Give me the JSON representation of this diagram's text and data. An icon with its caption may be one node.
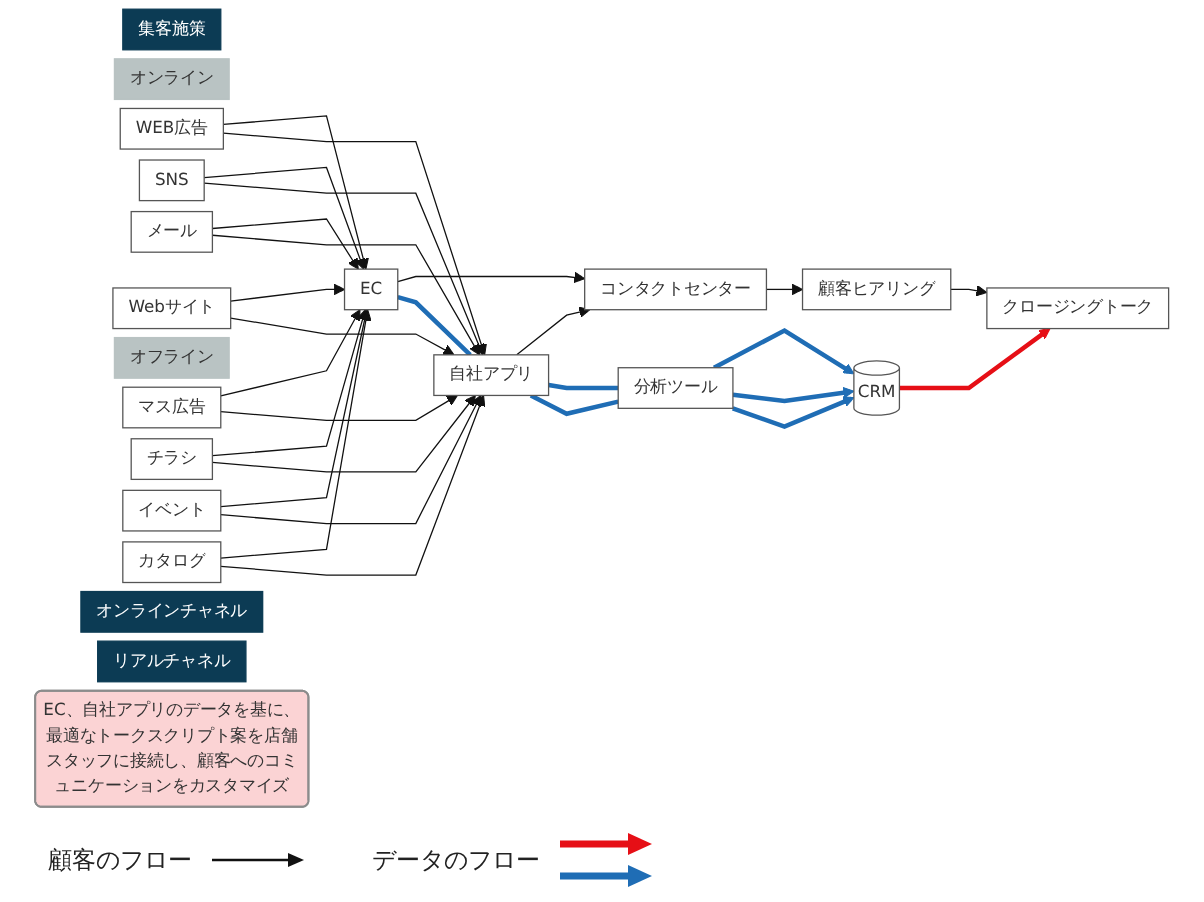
{
  "diagram": {
    "nodes": [
      {
        "text": [
          "集客施策"
        ]
      },
      {
        "text": [
          "オンライン"
        ]
      },
      {
        "text": [
          "WEB広告"
        ]
      },
      {
        "text": [
          "SNS"
        ]
      },
      {
        "text": [
          "メール"
        ]
      },
      {
        "text": [
          "Webサイト"
        ]
      },
      {
        "text": [
          "オフライン"
        ]
      },
      {
        "text": [
          "マス広告"
        ]
      },
      {
        "text": [
          "チラシ"
        ]
      },
      {
        "text": [
          "イベント"
        ]
      },
      {
        "text": [
          "カタログ"
        ]
      },
      {
        "text": [
          "オンラインチャネル"
        ]
      },
      {
        "text": [
          "EC"
        ]
      },
      {
        "text": [
          "自社アプリ"
        ]
      },
      {
        "text": [
          "分析ツール"
        ]
      },
      {
        "text": [
          "リアルチャネル"
        ]
      },
      {
        "text": [
          "コンタクトセンター"
        ]
      },
      {
        "text": [
          "顧客ヒアリング"
        ]
      },
      {
        "text": [
          "クロージングトーク"
        ]
      },
      {
        "text": [
          "EC、自社アプリのデータを基に、最適なトークスクリプト案を店舗スタッフに接続し、顧客へのコミュニケーションをカスタマイズ"
        ]
      },
      {
        "text": [
          "CRM"
        ]
      }
    ],
    "edges": [
      {
        "from": 2,
        "to": 12,
        "arrow": "to"
      },
      {
        "from": 2,
        "to": 13,
        "arrow": "to"
      },
      {
        "from": 3,
        "to": 12,
        "arrow": "to"
      },
      {
        "from": 3,
        "to": 13,
        "arrow": "to"
      },
      {
        "from": 4,
        "to": 12,
        "arrow": "to"
      },
      {
        "from": 4,
        "to": 13,
        "arrow": "to"
      },
      {
        "from": 5,
        "to": 12,
        "arrow": "to"
      },
      {
        "from": 5,
        "to": 13,
        "arrow": "to"
      },
      {
        "from": 7,
        "to": 12,
        "arrow": "to"
      },
      {
        "from": 7,
        "to": 13,
        "arrow": "to"
      },
      {
        "from": 8,
        "to": 12,
        "arrow": "to"
      },
      {
        "from": 8,
        "to": 13,
        "arrow": "to"
      },
      {
        "from": 9,
        "to": 12,
        "arrow": "to"
      },
      {
        "from": 9,
        "to": 13,
        "arrow": "to"
      },
      {
        "from": 10,
        "to": 12,
        "arrow": "to"
      },
      {
        "from": 10,
        "to": 13,
        "arrow": "to"
      },
      {
        "from": 12,
        "to": 16,
        "arrow": "to"
      },
      {
        "from": 13,
        "to": 16,
        "arrow": "to"
      },
      {
        "from": 16,
        "to": 17,
        "arrow": "to"
      },
      {
        "from": 17,
        "to": 18,
        "arrow": "to"
      },
      {
        "from": 12,
        "to": 13,
        "arrow": "none",
        "style": "thick",
        "color": "#1f6db5"
      },
      {
        "from": 13,
        "to": 14,
        "arrow": "none",
        "style": "thick",
        "color": "#1f6db5"
      },
      {
        "from": 13,
        "to": 14,
        "arrow": "none",
        "style": "thick",
        "color": "#1f6db5"
      },
      {
        "from": 14,
        "to": 20,
        "arrow": "to",
        "style": "thick",
        "color": "#1f6db5"
      },
      {
        "from": 14,
        "to": 20,
        "arrow": "to",
        "style": "thick",
        "color": "#1f6db5"
      },
      {
        "from": 14,
        "to": 20,
        "arrow": "to",
        "style": "thick",
        "color": "#1f6db5"
      },
      {
        "from": 20,
        "to": 18,
        "arrow": "to",
        "style": "thick",
        "color": "#e60f16"
      }
    ],
    "legend": [
      {
        "text": "顧客のフロー"
      },
      {
        "text": "データのフロー"
      }
    ]
  }
}
